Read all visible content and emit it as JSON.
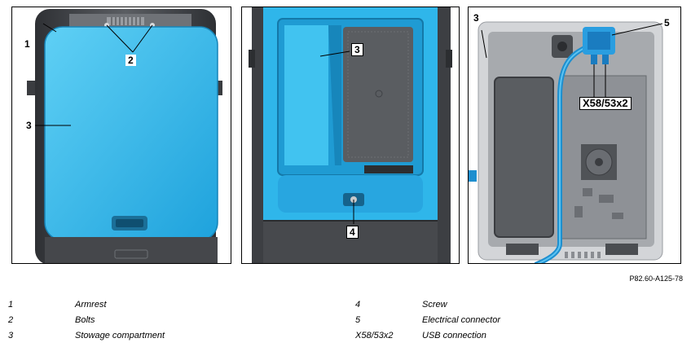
{
  "callouts": {
    "p1_armrest": "1",
    "p1_bolts": "2",
    "p1_stowage": "3",
    "p2_stowage": "3",
    "p2_screw": "4",
    "p3_stowage": "3",
    "p3_connector": "5",
    "p3_usb": "X58/53x2"
  },
  "reference_code": "P82.60-A125-78",
  "legend": [
    {
      "num": "1",
      "desc": "Armrest"
    },
    {
      "num": "2",
      "desc": "Bolts"
    },
    {
      "num": "3",
      "desc": "Stowage compartment"
    },
    {
      "num": "4",
      "desc": "Screw"
    },
    {
      "num": "5",
      "desc": "Electrical connector"
    },
    {
      "num": "X58/53x2",
      "desc": "USB connection"
    }
  ],
  "colors": {
    "cover_blue": "#2fb6ea",
    "housing_dark": "#4a4c50",
    "housing_gray": "#8c8f94",
    "cable_blue": "#1e8fcf"
  }
}
